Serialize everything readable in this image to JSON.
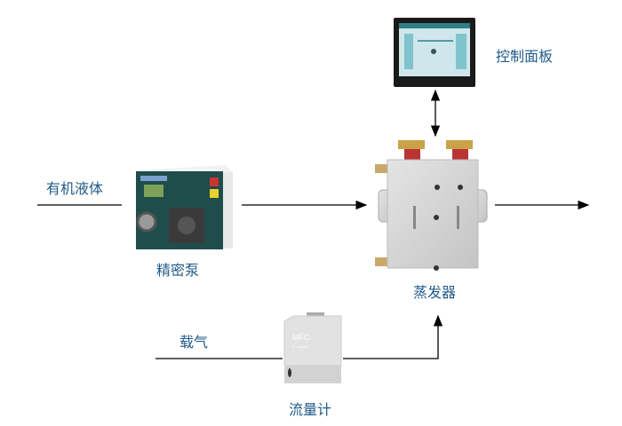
{
  "labels": {
    "organic_liquid": "有机液体",
    "pump": "精密泵",
    "evaporator": "蒸发器",
    "control_panel": "控制面板",
    "carrier_gas": "载气",
    "flow_meter": "流量计"
  },
  "device_text": {
    "mfc": "MFC",
    "mfc_series": "E - series"
  },
  "colors": {
    "label": "#215b8a",
    "line": "#000000"
  }
}
